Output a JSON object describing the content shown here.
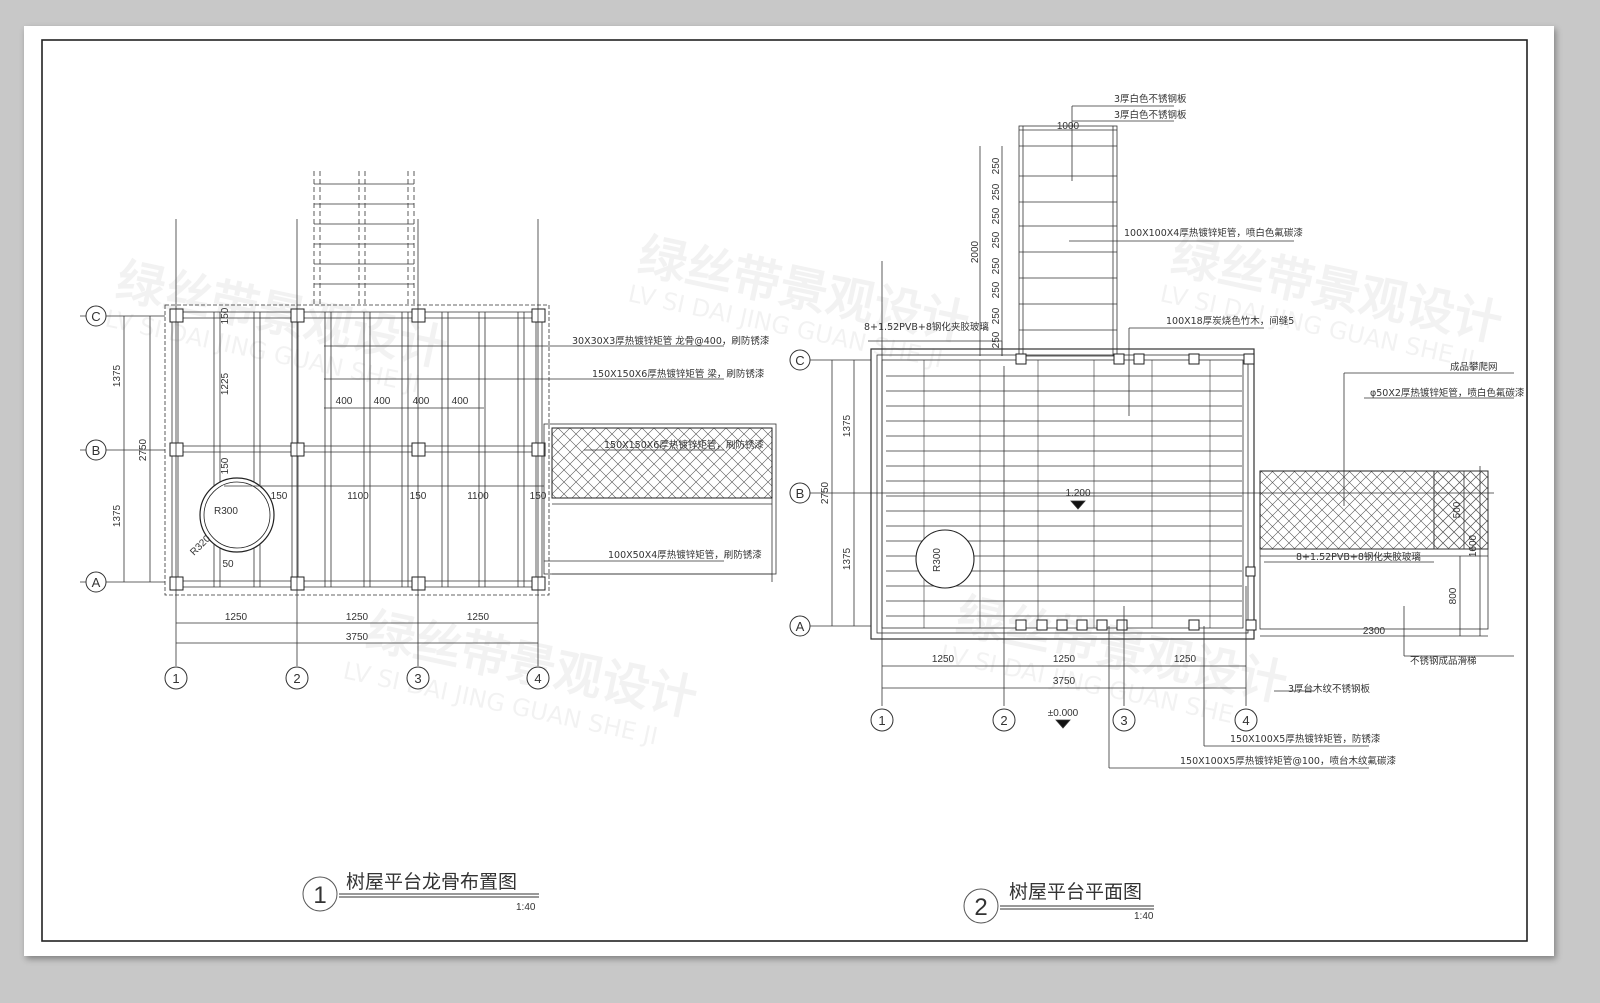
{
  "plan1": {
    "title": "树屋平台龙骨布置图",
    "number": "1",
    "scale": "1:40",
    "axes_rows": [
      "C",
      "B",
      "A"
    ],
    "axes_cols": [
      "1",
      "2",
      "3",
      "4"
    ],
    "dims": {
      "d1250": "1250",
      "d3750": "3750",
      "d2750": "2750",
      "d1375": "1375",
      "d1225": "1225",
      "d150": "150",
      "d400": "400",
      "d1100": "1100",
      "d50": "50"
    },
    "radius_r300": "R300",
    "radius_r320": "R320",
    "notes": [
      "30X30X3厚热镀锌矩管 龙骨@400，刷防锈漆",
      "150X150X6厚热镀锌矩管 梁，刷防锈漆",
      "150X150X6厚热镀锌矩管，刷防锈漆",
      "100X50X4厚热镀锌矩管，刷防锈漆"
    ]
  },
  "plan2": {
    "title": "树屋平台平面图",
    "number": "2",
    "scale": "1:40",
    "axes_rows": [
      "C",
      "B",
      "A"
    ],
    "axes_cols": [
      "1",
      "2",
      "3",
      "4"
    ],
    "dims": {
      "d1000": "1000",
      "d250": "250",
      "d2000": "2000",
      "d1375": "1375",
      "d2750": "2750",
      "d1250": "1250",
      "d3750": "3750",
      "d2300": "2300",
      "d800": "800",
      "d1600": "1600",
      "d500": "500"
    },
    "radius": "R300",
    "elev_platform": "1.200",
    "elev_ground": "±0.000",
    "notes": [
      "3厚白色不锈钢板",
      "3厚白色不锈钢板",
      "100X100X4厚热镀锌矩管，喷白色氟碳漆",
      "8+1.52PVB+8钢化夹胶玻璃",
      "100X18厚炭烧色竹木，间缝5",
      "成品攀爬网",
      "φ50X2厚热镀锌矩管，喷白色氟碳漆",
      "8+1.52PVB+8钢化夹胶玻璃",
      "不锈钢成品滑梯",
      "3厚台木纹不锈钢板",
      "150X100X5厚热镀锌矩管，防锈漆",
      "150X100X5厚热镀锌矩管@100，喷台木纹氟碳漆"
    ]
  },
  "watermark": {
    "cn": "绿丝带景观设计",
    "en": "LV SI DAI JING GUAN SHE JI"
  }
}
